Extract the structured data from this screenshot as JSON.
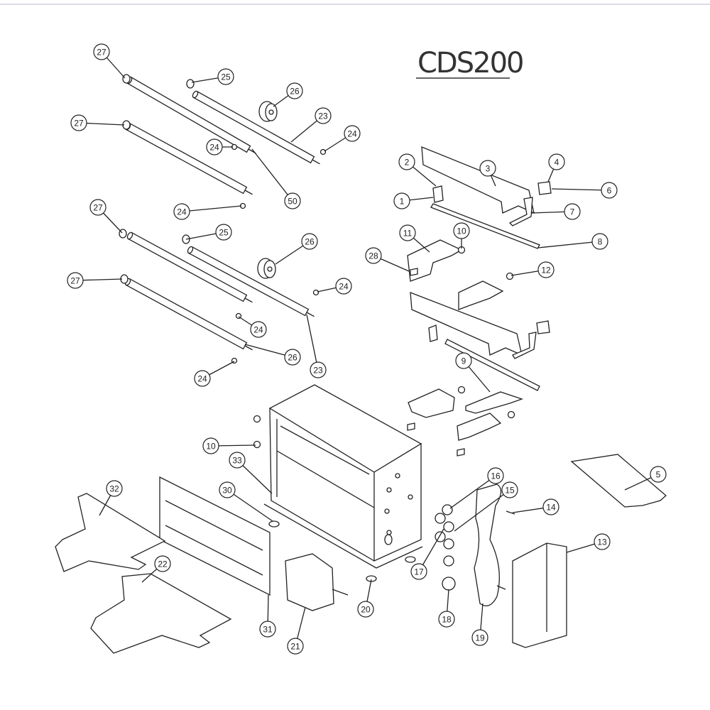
{
  "title": "CDS200",
  "callouts": [
    "27",
    "25",
    "26",
    "23",
    "24",
    "27",
    "24",
    "50",
    "24",
    "27",
    "25",
    "26",
    "27",
    "24",
    "24",
    "26",
    "23",
    "24",
    "2",
    "3",
    "4",
    "6",
    "1",
    "7",
    "8",
    "11",
    "10",
    "28",
    "12",
    "9",
    "10",
    "33",
    "32",
    "30",
    "16",
    "15",
    "14",
    "13",
    "5",
    "17",
    "18",
    "19",
    "20",
    "21",
    "22",
    "31"
  ]
}
